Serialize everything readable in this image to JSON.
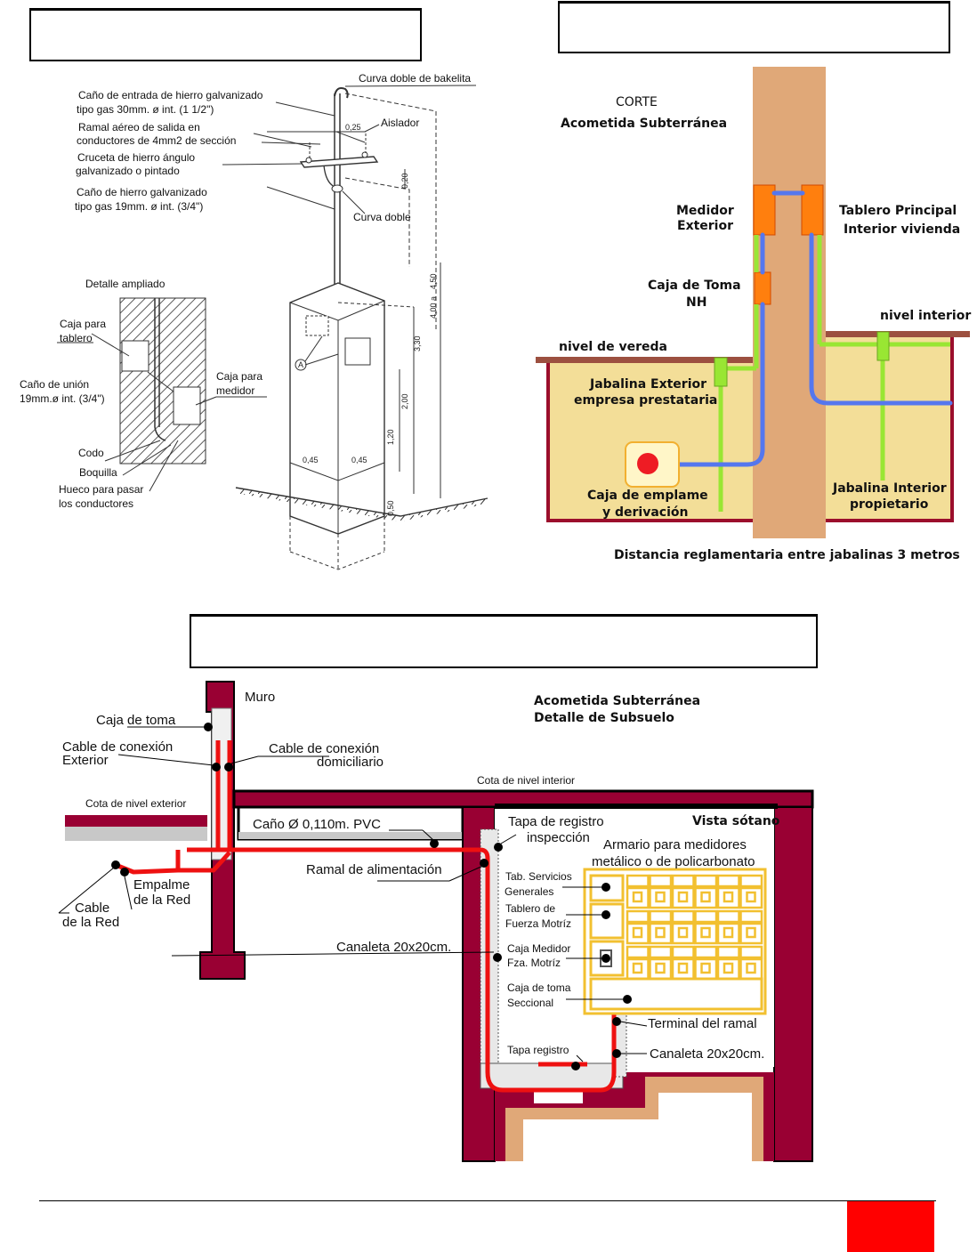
{
  "title_boxes": [
    {
      "id": "top-left",
      "text": ""
    },
    {
      "id": "top-right",
      "text": ""
    },
    {
      "id": "bottom",
      "text": ""
    }
  ],
  "figure1": {
    "labels": {
      "curva_doble_bakelita": "Curva doble de bakelita",
      "cano_entrada_1": "Caño de entrada de hierro galvanizado",
      "cano_entrada_2": "tipo gas 30mm. ø int. (1 1/2\")",
      "ramal_1": "Ramal aéreo de salida en",
      "ramal_2": "conductores de 4mm2 de sección",
      "aislador": "Aislador",
      "cruceta_1": "Cruceta de hierro ángulo",
      "cruceta_2": "galvanizado o pintado",
      "cano_hierro_1": "Caño de hierro galvanizado",
      "cano_hierro_2": "tipo gas 19mm. ø int. (3/4\")",
      "curva_doble": "Curva doble",
      "detalle_ampliado": "Detalle ampliado",
      "caja_tablero_1": "Caja para",
      "caja_tablero_2": "tablero",
      "cano_union_1": "Caño de unión",
      "cano_union_2": "19mm.ø int. (3/4\")",
      "caja_medidor_1": "Caja para",
      "caja_medidor_2": "medidor",
      "codo": "Codo",
      "boquilla": "Boquilla",
      "hueco_1": "Hueco para pasar",
      "hueco_2": "los conductores",
      "marker_a": "A"
    },
    "dimensions": {
      "d025": "0,25",
      "d020": "0,20",
      "d450": "4,50",
      "d400": "4,00 a",
      "d330": "3,30",
      "d200": "2,00",
      "d120": "1,20",
      "d045a": "0,45",
      "d045b": "0,45",
      "d050": "0,50"
    }
  },
  "figure2": {
    "title_1": "CORTE",
    "title_2": "Acometida Subterránea",
    "medidor_1": "Medidor",
    "medidor_2": "Exterior",
    "tablero_1": "Tablero Principal",
    "tablero_2": "Interior vivienda",
    "caja_toma_1": "Caja de Toma",
    "caja_toma_2": "NH",
    "nivel_interior": "nivel interior",
    "nivel_vereda": "nivel de vereda",
    "jab_ext_1": "Jabalina Exterior",
    "jab_ext_2": "empresa prestataria",
    "caja_emp_1": "Caja de emplame",
    "caja_emp_2": "y derivación",
    "jab_int_1": "Jabalina Interior",
    "jab_int_2": "propietario",
    "distancia": "Distancia reglamentaria entre jabalinas 3 metros",
    "colors": {
      "wall": "#e0a878",
      "ground": "#f3de98",
      "meter": "#ff7f0e",
      "ground_wire": "#99e633",
      "cable": "#5577ee",
      "frame": "#9b0e2c",
      "splice": "#ee1c24"
    }
  },
  "figure3": {
    "muro": "Muro",
    "caja_toma": "Caja de toma",
    "cable_ext_1": "Cable de conexión",
    "cable_ext_2": "Exterior",
    "cable_dom_1": "Cable de conexión",
    "cable_dom_2": "domiciliario",
    "cota_exterior": "Cota de nivel exterior",
    "cota_interior": "Cota de nivel interior",
    "cano_pvc": "Caño Ø 0,110m. PVC",
    "ramal": "Ramal de alimentación",
    "empalme_1": "Empalme",
    "empalme_2": "de la Red",
    "cable_red_1": "Cable",
    "cable_red_2": "de la Red",
    "canaleta_left": "Canaleta 20x20cm.",
    "title_1": "Acometida Subterránea",
    "title_2": "Detalle de Subsuelo",
    "vista": "Vista sótano",
    "tapa_reg_1": "Tapa de registro",
    "tapa_reg_2": "inspección",
    "armario_1": "Armario para medidores",
    "armario_2": "metálico o de policarbonato",
    "tab_serv_1": "Tab. Servicios",
    "tab_serv_2": "Generales",
    "tab_fuerza_1": "Tablero de",
    "tab_fuerza_2": "Fuerza Motríz",
    "caja_med_1": "Caja Medidor",
    "caja_med_2": "Fza. Motríz",
    "caja_secc_1": "Caja de toma",
    "caja_secc_2": "Seccional",
    "terminal": "Terminal del ramal",
    "canaleta_right": "Canaleta 20x20cm.",
    "tapa_registro": "Tapa registro",
    "colors": {
      "wall": "#990033",
      "cable": "#ee1111",
      "cabinet": "#f2c030",
      "floor": "#e0a878"
    }
  },
  "footer": {
    "page_badge_color": "#ff0000"
  }
}
